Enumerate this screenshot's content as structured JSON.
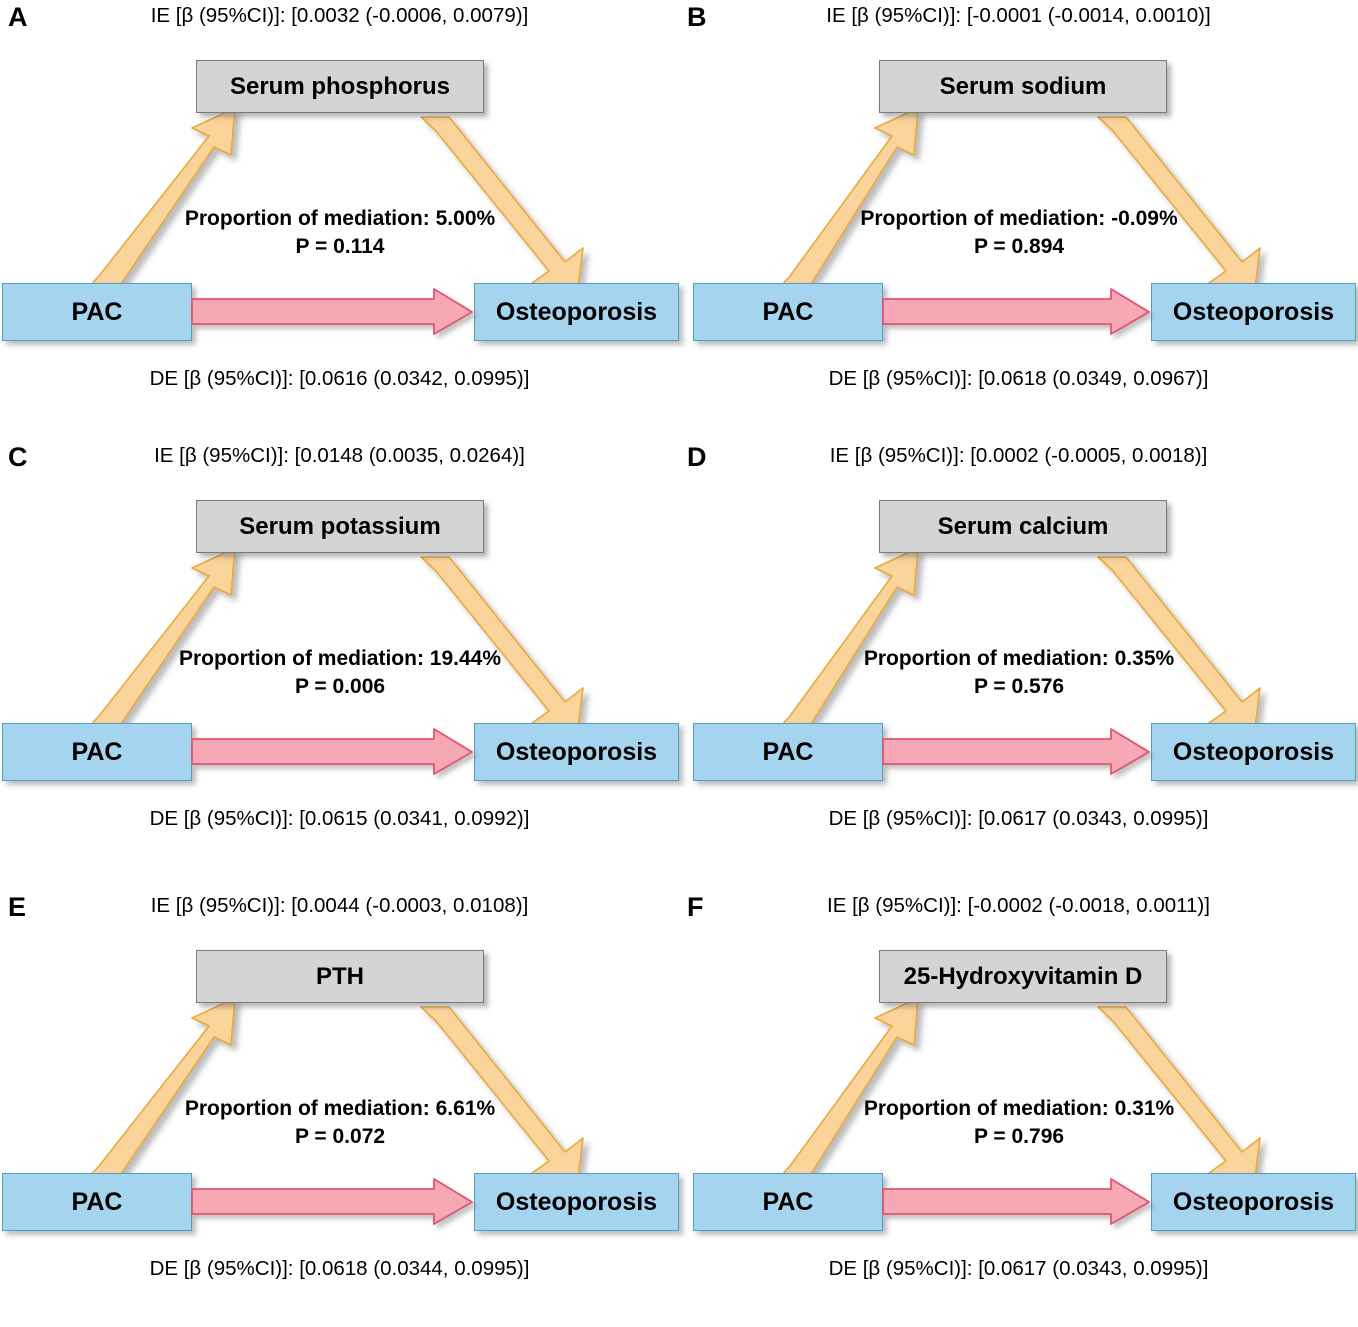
{
  "figure": {
    "exposure_label": "PAC",
    "outcome_label": "Osteoporosis",
    "mediation_prefix": "Proportion of mediation: ",
    "pvalue_prefix": "P = ",
    "colors": {
      "mediator_fill": "#d4d4d4",
      "mediator_border": "#7a7a7a",
      "node_fill": "#a5d4ee",
      "node_border": "#4f9ec6",
      "indirect_arrow_fill": "#fbd49b",
      "indirect_arrow_border": "#e8a93c",
      "direct_arrow_fill": "#f6a9b4",
      "direct_arrow_border": "#e05570"
    }
  },
  "panels": [
    {
      "letter": "A",
      "mediator": "Serum phosphorus",
      "exposure": "PAC",
      "outcome": "Osteoporosis",
      "ie_text": "IE [β (95%CI)]: [0.0032 (-0.0006, 0.0079)]",
      "de_text": "DE [β (95%CI)]: [0.0616 (0.0342, 0.0995)]",
      "mediation_line": "Proportion of mediation: 5.00%",
      "pvalue_line": "P = 0.114"
    },
    {
      "letter": "B",
      "mediator": "Serum sodium",
      "exposure": "PAC",
      "outcome": "Osteoporosis",
      "ie_text": "IE [β (95%CI)]: [-0.0001 (-0.0014, 0.0010)]",
      "de_text": "DE [β (95%CI)]: [0.0618 (0.0349, 0.0967)]",
      "mediation_line": "Proportion of mediation: -0.09%",
      "pvalue_line": "P = 0.894"
    },
    {
      "letter": "C",
      "mediator": "Serum potassium",
      "exposure": "PAC",
      "outcome": "Osteoporosis",
      "ie_text": "IE [β (95%CI)]: [0.0148 (0.0035, 0.0264)]",
      "de_text": "DE [β (95%CI)]: [0.0615 (0.0341, 0.0992)]",
      "mediation_line": "Proportion of mediation: 19.44%",
      "pvalue_line": "P = 0.006"
    },
    {
      "letter": "D",
      "mediator": "Serum calcium",
      "exposure": "PAC",
      "outcome": "Osteoporosis",
      "ie_text": "IE [β (95%CI)]: [0.0002 (-0.0005, 0.0018)]",
      "de_text": "DE [β (95%CI)]: [0.0617 (0.0343, 0.0995)]",
      "mediation_line": "Proportion of mediation: 0.35%",
      "pvalue_line": "P = 0.576"
    },
    {
      "letter": "E",
      "mediator": "PTH",
      "exposure": "PAC",
      "outcome": "Osteoporosis",
      "ie_text": "IE [β (95%CI)]: [0.0044 (-0.0003, 0.0108)]",
      "de_text": "DE [β (95%CI)]: [0.0618 (0.0344, 0.0995)]",
      "mediation_line": "Proportion of mediation: 6.61%",
      "pvalue_line": "P = 0.072"
    },
    {
      "letter": "F",
      "mediator": "25-Hydroxyvitamin D",
      "exposure": "PAC",
      "outcome": "Osteoporosis",
      "ie_text": "IE [β (95%CI)]: [-0.0002 (-0.0018, 0.0011)]",
      "de_text": "DE [β (95%CI)]: [0.0617 (0.0343, 0.0995)]",
      "mediation_line": "Proportion of mediation: 0.31%",
      "pvalue_line": "P = 0.796"
    }
  ]
}
